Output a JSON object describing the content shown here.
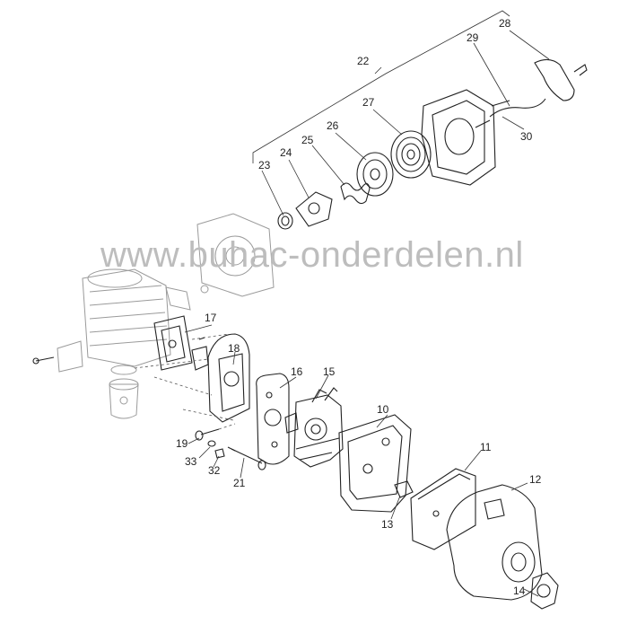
{
  "watermark": "www.buhac-onderdelen.nl",
  "callouts": {
    "c10": "10",
    "c11": "11",
    "c12": "12",
    "c13": "13",
    "c14": "14",
    "c15": "15",
    "c16": "16",
    "c17": "17",
    "c18": "18",
    "c19": "19",
    "c21": "21",
    "c22": "22",
    "c23": "23",
    "c24": "24",
    "c25": "25",
    "c26": "26",
    "c27": "27",
    "c28": "28",
    "c29": "29",
    "c30": "30",
    "c32": "32",
    "c33": "33"
  }
}
